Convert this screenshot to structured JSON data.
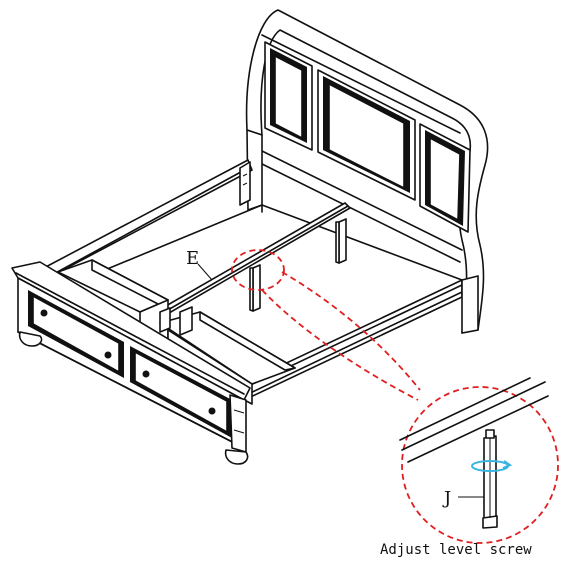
{
  "labels": {
    "slat_label": "E",
    "leg_label": "J",
    "caption": "Adjust level screw"
  },
  "colors": {
    "line": "#111111",
    "callout": "#e02020",
    "rotation_arrow": "#3ab4e0"
  },
  "icons": {
    "rotation": "circular-arrow-icon"
  }
}
